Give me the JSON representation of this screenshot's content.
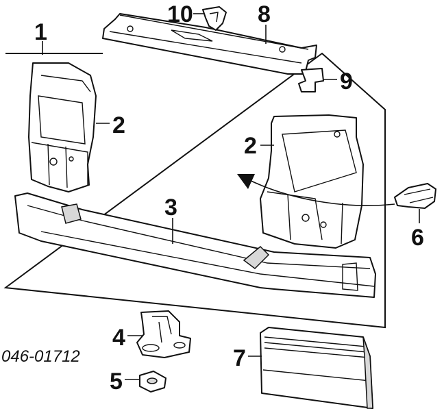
{
  "diagram": {
    "catalog_code": "046-01712",
    "callouts": [
      {
        "id": "c1",
        "label": "1"
      },
      {
        "id": "c2a",
        "label": "2"
      },
      {
        "id": "c2b",
        "label": "2"
      },
      {
        "id": "c3",
        "label": "3"
      },
      {
        "id": "c4",
        "label": "4"
      },
      {
        "id": "c5",
        "label": "5"
      },
      {
        "id": "c6",
        "label": "6"
      },
      {
        "id": "c7",
        "label": "7"
      },
      {
        "id": "c8",
        "label": "8"
      },
      {
        "id": "c9",
        "label": "9"
      },
      {
        "id": "c10",
        "label": "10"
      }
    ],
    "colors": {
      "line": "#111111",
      "shade": "#d8d8d8",
      "background": "#ffffff"
    }
  }
}
